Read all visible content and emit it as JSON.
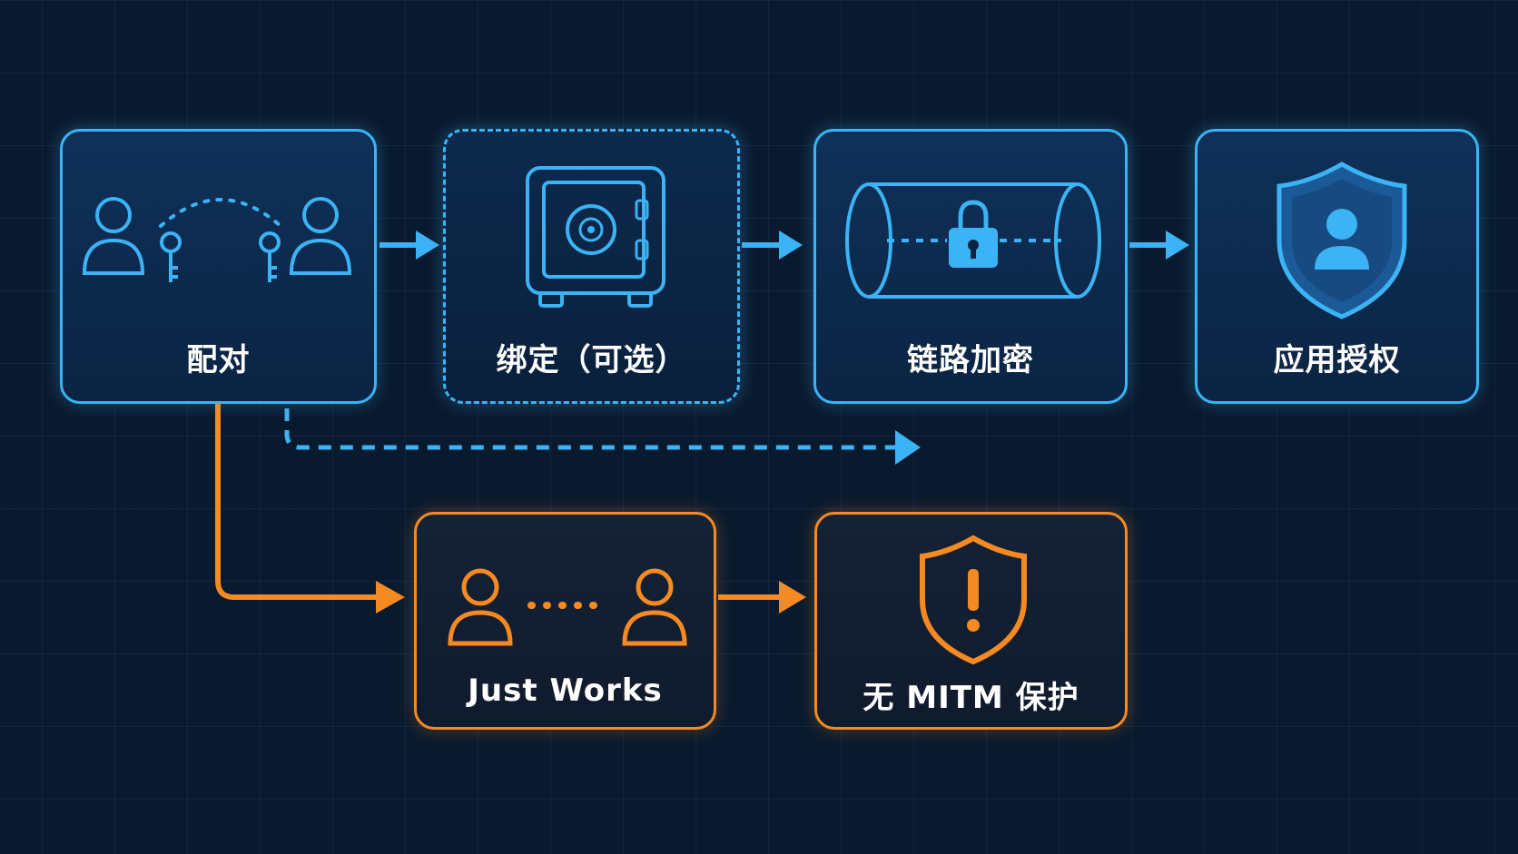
{
  "colors": {
    "background": "#0a1a2e",
    "primary_blue": "#3bb3f5",
    "warning_orange": "#f58a22",
    "text": "#ffffff"
  },
  "steps": [
    {
      "label": "配对",
      "icons": [
        "user-icon",
        "key-icon",
        "key-icon",
        "user-icon"
      ],
      "style": "solid-blue"
    },
    {
      "label": "绑定（可选）",
      "icons": [
        "safe-icon"
      ],
      "style": "dashed-blue"
    },
    {
      "label": "链路加密",
      "icons": [
        "encrypted-tunnel-icon",
        "padlock-icon"
      ],
      "style": "solid-blue"
    },
    {
      "label": "应用授权",
      "icons": [
        "shield-user-icon"
      ],
      "style": "solid-blue"
    }
  ],
  "branch": [
    {
      "label": "Just Works",
      "icons": [
        "user-icon",
        "user-icon"
      ],
      "style": "solid-orange"
    },
    {
      "label": "无 MITM 保护",
      "icons": [
        "warning-shield-icon"
      ],
      "style": "solid-orange"
    }
  ]
}
